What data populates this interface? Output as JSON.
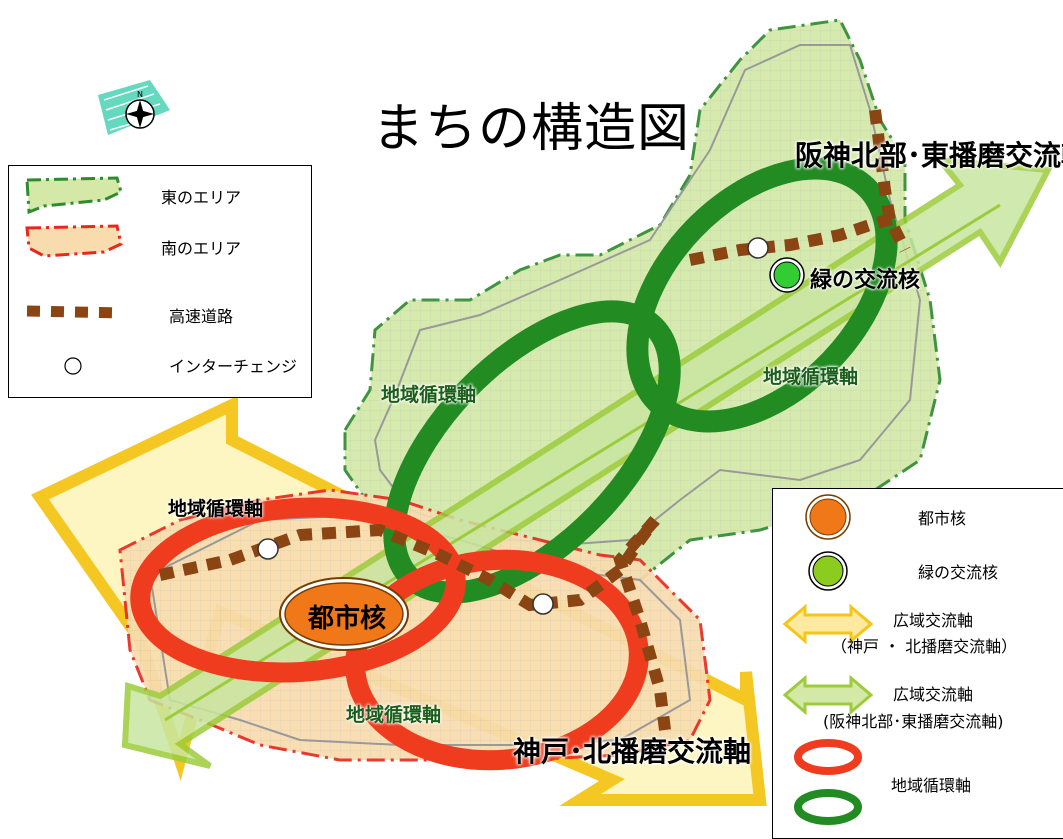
{
  "title": "まちの構造図",
  "compass": {
    "icon": "compass-icon",
    "label": "N"
  },
  "map_labels": {
    "hanshin_axis": "阪神北部･東播磨交流軸",
    "kobe_axis": "神戸･北播磨交流軸",
    "green_core": "緑の交流核",
    "city_core": "都市核",
    "circ_nw": "地域循環軸",
    "circ_ne": "地域循環軸",
    "circ_sw": "地域循環軸",
    "circ_s": "地域循環軸"
  },
  "legend_left": {
    "items": [
      {
        "icon": "east-area-swatch",
        "label": "東のエリア"
      },
      {
        "icon": "south-area-swatch",
        "label": "南のエリア"
      },
      {
        "icon": "expressway-swatch",
        "label": "高速道路"
      },
      {
        "icon": "interchange-icon",
        "label": "インターチェンジ"
      }
    ]
  },
  "legend_right": {
    "items": [
      {
        "icon": "city-core-icon",
        "label": "都市核"
      },
      {
        "icon": "green-core-icon",
        "label": "緑の交流核"
      },
      {
        "icon": "wide-axis-yellow-arrow",
        "label": "広域交流軸",
        "sublabel": "（神戸 ・ 北播磨交流軸）"
      },
      {
        "icon": "wide-axis-green-arrow",
        "label": "広域交流軸",
        "sublabel": "(阪神北部･東播磨交流軸)"
      },
      {
        "icon": "circulation-axis-rings",
        "label": "地域循環軸"
      }
    ]
  },
  "colors": {
    "east_area_fill": "#d4e9a8",
    "east_area_border": "#2e8b2e",
    "south_area_fill": "#f9dcae",
    "south_area_border": "#e8281e",
    "green_ring": "#228b22",
    "red_ring": "#f03c1e",
    "yellow_arrow": "#f5c518",
    "green_arrow": "#9ccc3c",
    "expressway": "#8b4513",
    "city_core": "#f07818",
    "green_core": "#32cd32"
  }
}
